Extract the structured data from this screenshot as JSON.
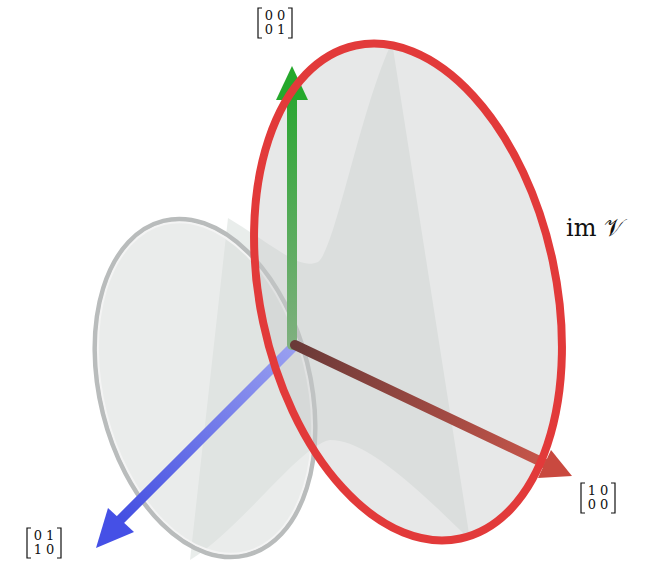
{
  "diagram": {
    "labels": [
      "0 0",
      "0 1",
      "im 𝒱",
      "1 0",
      "0 0",
      "0 1",
      "1 0"
    ]
  }
}
